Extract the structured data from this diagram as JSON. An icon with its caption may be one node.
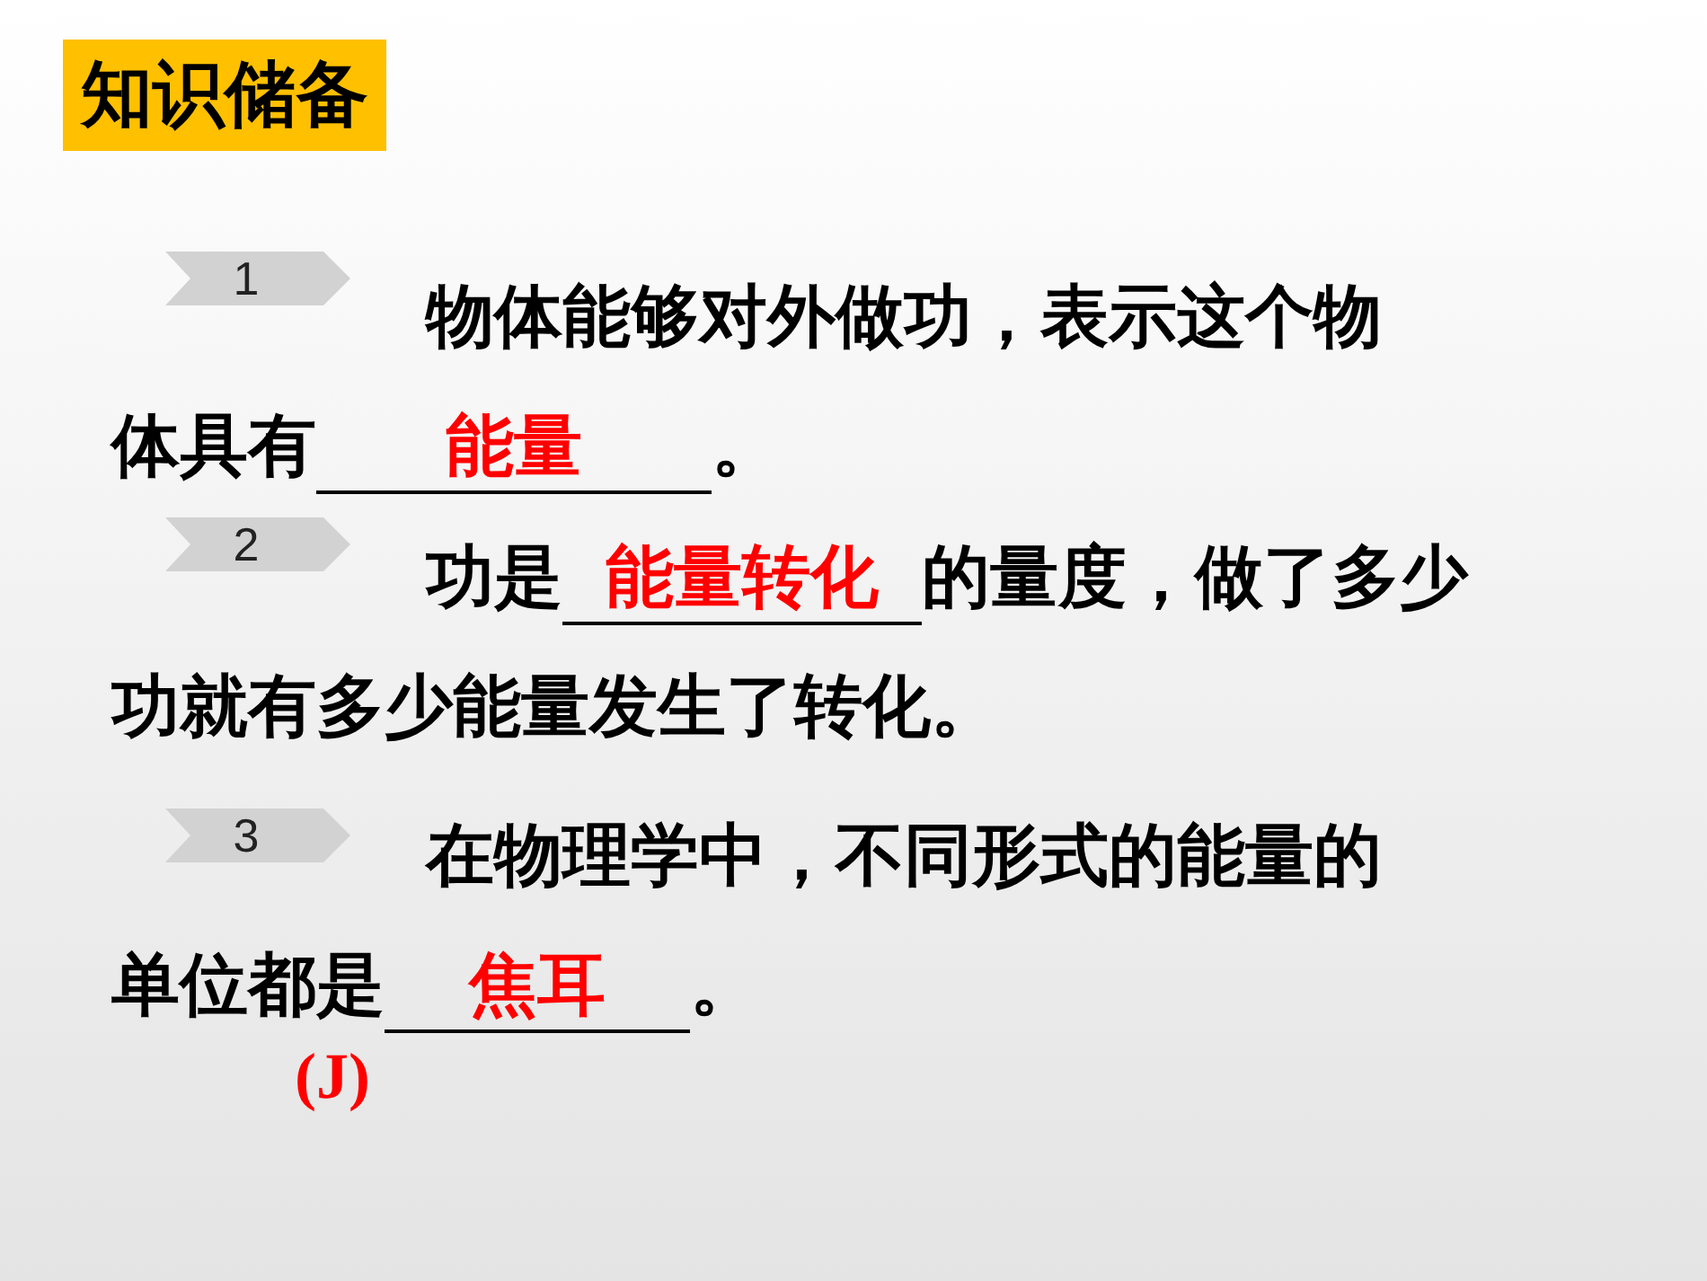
{
  "diagram": {
    "title": "知识储备",
    "nodes": [
      {
        "text": [
          "1"
        ]
      },
      {
        "text": [
          "2"
        ]
      },
      {
        "text": [
          "3"
        ]
      }
    ],
    "labels": [
      "物体能够对外做功，表示这个物体具有",
      "。",
      "能量",
      "功是",
      "的量度，做了多少功就有多少能量发生了转化。",
      "能量转化",
      "在物理学中，不同形式的能量的单位都是",
      "。",
      "焦耳",
      "(J)"
    ]
  }
}
